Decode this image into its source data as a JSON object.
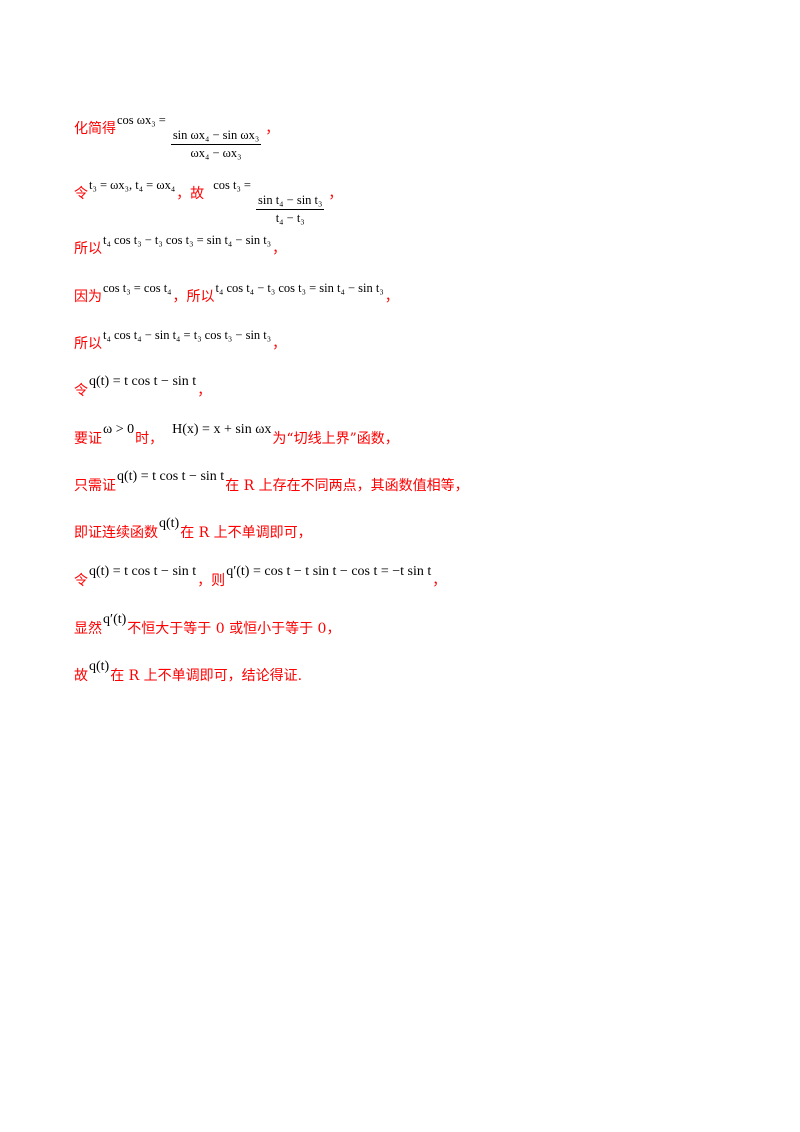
{
  "lines": [
    {
      "pre": "化简得",
      "lhs": "cos ωx₃ =",
      "num": "sin ωx₄ − sin ωx₃",
      "den": "ωx₄ − ωx₃",
      "post": "，"
    },
    {
      "pre": "令",
      "m1": "t₃ = ωx₃, t₄ = ωx₄",
      "mid": "，故",
      "lhs": "cos t₃ =",
      "num": "sin t₄ − sin t₃",
      "den": "t₄ − t₃",
      "post": "，"
    },
    {
      "pre": "所以",
      "m1": "t₄ cos t₃ − t₃ cos t₃ = sin t₄ − sin t₃",
      "post": "，"
    },
    {
      "pre": "因为",
      "m1": "cos t₃ = cos t₄",
      "mid": "，所以",
      "m2": "t₄ cos t₄ − t₃ cos t₃ = sin t₄ − sin t₃",
      "post": "，"
    },
    {
      "pre": "所以",
      "m1": "t₄ cos t₄ − sin t₄ = t₃ cos t₃ − sin t₃",
      "post": "，"
    },
    {
      "pre": "令",
      "m1": "q(t) = t cos t − sin t",
      "post": "，"
    },
    {
      "pre": "要证",
      "m1": "ω > 0",
      "mid": "时，",
      "m2": "H(x) = x + sin ωx",
      "post": "为“切线上界”函数，"
    },
    {
      "pre": "只需证",
      "m1": "q(t) = t cos t − sin t",
      "post": "在 R 上存在不同两点，其函数值相等，"
    },
    {
      "pre": "即证连续函数",
      "m1": "q(t)",
      "post": "在 R 上不单调即可，"
    },
    {
      "pre": "令",
      "m1": "q(t) = t cos t − sin t",
      "mid": "，则",
      "m2": "q′(t) = cos t − t sin t − cos t = −t sin t",
      "post": "，"
    },
    {
      "pre": "显然",
      "m1": "q′(t)",
      "post": "不恒大于等于 0 或恒小于等于 0，"
    },
    {
      "pre": "故",
      "m1": "q(t)",
      "post": "在 R 上不单调即可，结论得证."
    }
  ]
}
